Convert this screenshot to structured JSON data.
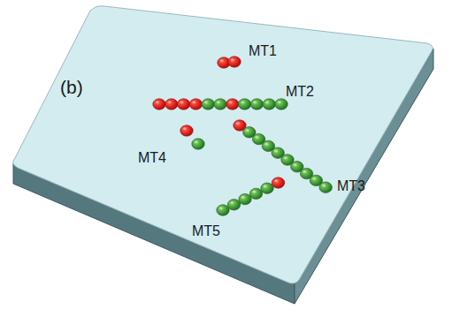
{
  "diagram": {
    "labels": [
      "(b)",
      "MT1",
      "MT2",
      "MT3",
      "MT4",
      "MT5"
    ]
  }
}
